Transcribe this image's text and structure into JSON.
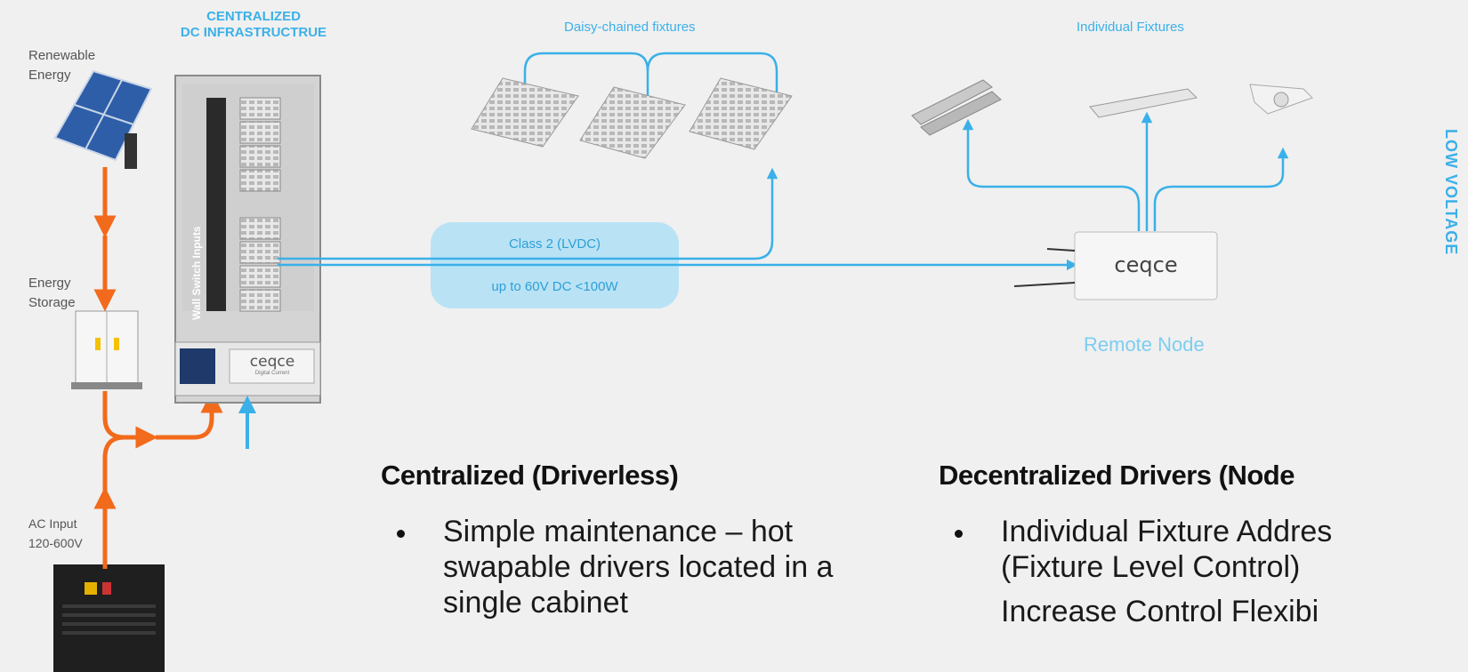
{
  "labels": {
    "renewable": "Renewable\nEnergy",
    "storage": "Energy\nStorage",
    "ac_input": "AC Input\n120-600V",
    "centralized_title": "CENTRALIZED\nDC INFRASTRUCTRUE",
    "wall_switch": "Wall Switch Inputs",
    "cabinet_brand": "ceqce",
    "cabinet_sub": "Digital Current",
    "daisy": "Daisy-chained fixtures",
    "individual": "Individual Fixtures",
    "class2": "Class 2 (LVDC)",
    "voltage": "up to 60V DC <100W",
    "node_brand": "ceqce",
    "remote_node": "Remote Node",
    "low_voltage": "LOW VOLTAGE"
  },
  "sections": {
    "centralized": {
      "heading": "Centralized (Driverless)",
      "bullets": [
        "Simple maintenance – hot swapable drivers located in a single cabinet"
      ]
    },
    "decentralized": {
      "heading": "Decentralized Drivers (Node",
      "bullets": [
        "Individual Fixture Addres (Fixture Level Control)",
        "Increase Control Flexibi"
      ]
    }
  },
  "colors": {
    "power_line": "#f26a1b",
    "data_line": "#3bb0e8",
    "pill": "#b9e3f5"
  }
}
